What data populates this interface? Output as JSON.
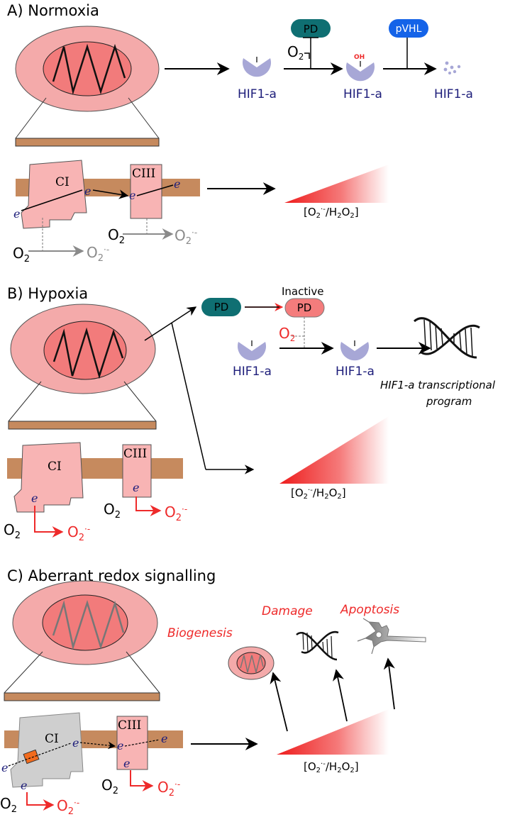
{
  "sections": {
    "a_title": "A) Normoxia",
    "b_title": "B) Hypoxia",
    "c_title": "C) Aberrant redox signalling"
  },
  "labels": {
    "pd": "PD",
    "pvhl": "pVHL",
    "hif": "HIF1-a",
    "oh": "OH",
    "ci": "CI",
    "ciii": "CIII",
    "e": "e",
    "o2_base": "O",
    "o2_sub": "2",
    "superoxide_sup": "·-",
    "ratio": "[O2·-/H2O2]",
    "inactive": "Inactive",
    "transcription_line1": "HIF1-a transcriptional",
    "transcription_line2": "program",
    "biogenesis": "Biogenesis",
    "damage": "Damage",
    "apoptosis": "Apoptosis"
  },
  "colors": {
    "mito_outer": "#f4aaaa",
    "mito_inner": "#f27b7b",
    "membrane": "#c68a5e",
    "complex": "#f8b4b4",
    "complex_gray": "#cfcfcf",
    "pd": "#0f6f72",
    "pvhl": "#1463e8",
    "pd_inactive": "#f47c7c",
    "hif": "#a7a7d6",
    "ros_red": "#ee2a2a"
  },
  "icons": [
    "mitochondrion-icon",
    "hif-protein-icon",
    "dna-helix-icon",
    "neuron-icon"
  ]
}
